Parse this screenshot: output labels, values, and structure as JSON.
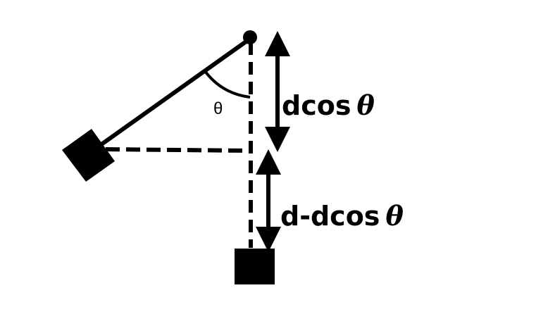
{
  "diagram": {
    "angle_label": "θ",
    "upper_label_text": "dcos",
    "upper_label_symbol": "θ",
    "lower_label_text": "d-dcos",
    "lower_label_symbol": "θ"
  }
}
